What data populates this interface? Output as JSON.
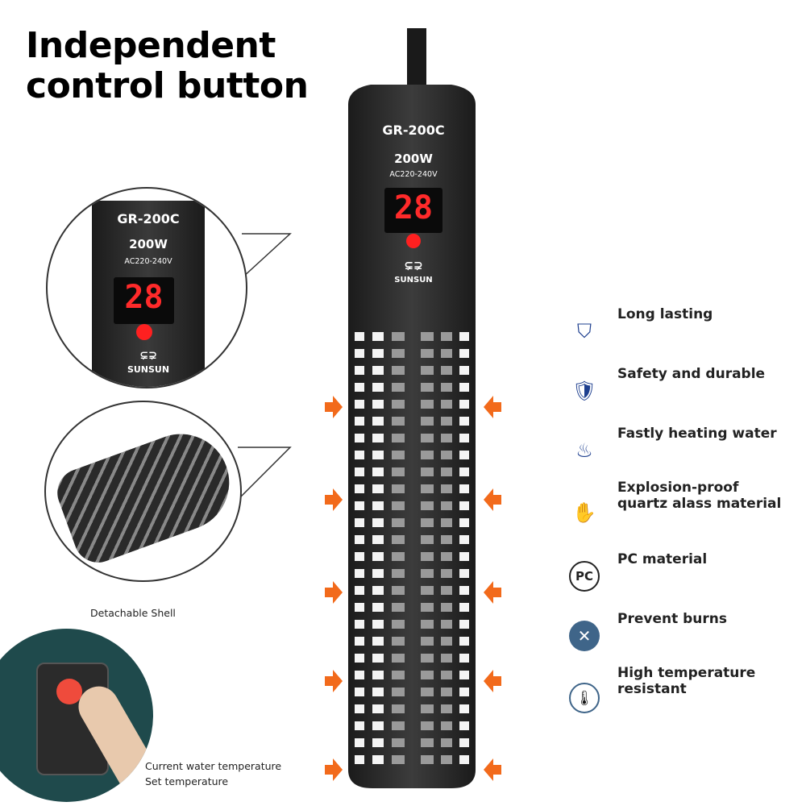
{
  "headline": [
    "Independent",
    "control button"
  ],
  "product": {
    "model": "GR-200C",
    "power": "200W",
    "voltage": "AC220-240V",
    "display_value": "28",
    "brand": "SUNSUN"
  },
  "captions": {
    "detachable_shell": "Detachable Shell",
    "button_line1": "Current water temperature",
    "button_line2": "Set temperature"
  },
  "features": [
    {
      "icon": "shield-hand-icon",
      "label": "Long lasting"
    },
    {
      "icon": "card-shield-icon",
      "label": "Safety and durable"
    },
    {
      "icon": "heating-water-icon",
      "label": "Fastly heating water"
    },
    {
      "icon": "hand-shield-icon",
      "label": "Explosion-proof",
      "label2": "quartz alass material"
    },
    {
      "icon": "pc-icon",
      "label": "PC material"
    },
    {
      "icon": "no-burn-icon",
      "label": "Prevent burns"
    },
    {
      "icon": "thermometer-icon",
      "label": "High temperature",
      "label2": "resistant"
    }
  ],
  "colors": {
    "accent_blue": "#1e3f8f",
    "arrow_orange": "#f26a1b",
    "led_red": "#ff2a2a",
    "teal_bg": "#1f4a4c"
  }
}
